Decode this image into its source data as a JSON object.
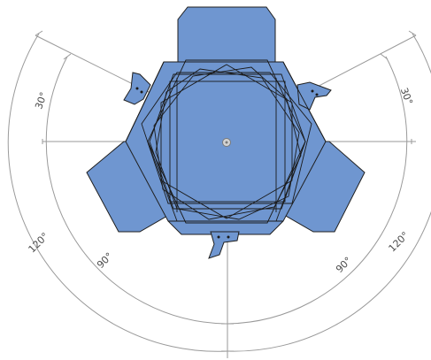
{
  "drawing": {
    "fill_color": "#6f96d0",
    "stroke_color": "#1f1f1f",
    "dimension_color": "#9a9a9a",
    "labels": {
      "top_left_angle": "30°",
      "top_right_angle": "30°",
      "left_outer_angle": "120°",
      "left_inner_angle": "90°",
      "right_inner_angle": "90°",
      "right_outer_angle": "120°"
    }
  }
}
